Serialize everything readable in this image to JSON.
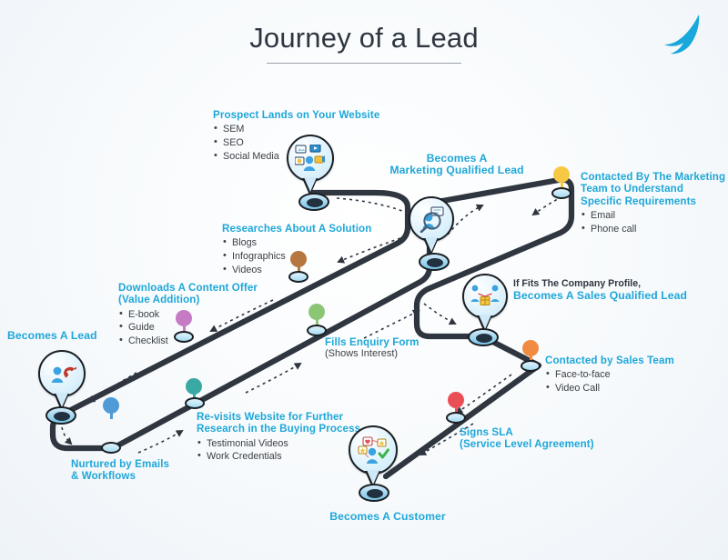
{
  "page": {
    "title": "Journey of a Lead",
    "logo_icon": "seagull-logo-icon",
    "accent_color": "#1ea7d8",
    "road_color": "#2f3640",
    "background_color": "#f4f8fb"
  },
  "stages": [
    {
      "id": "prospect-lands",
      "heading": "Prospect Lands on Your Website",
      "bullets": [
        "SEM",
        "SEO",
        "Social Media"
      ],
      "icon": "media-share-icon",
      "marker": "bubble"
    },
    {
      "id": "becomes-marketing-qualified-lead",
      "heading_line1": "Becomes A",
      "heading_line2": "Marketing Qualified Lead",
      "bullets": [],
      "icon": "magnifier-research-icon",
      "marker": "bubble"
    },
    {
      "id": "contacted-by-marketing-team",
      "heading_line1": "Contacted By The Marketing",
      "heading_line2": "Team to Understand",
      "heading_line3": "Specific Requirements",
      "bullets": [
        "Email",
        "Phone call"
      ],
      "pin_color": "#f7c844",
      "marker": "pin"
    },
    {
      "id": "researches-about-a-solution",
      "heading": "Researches About A Solution",
      "bullets": [
        "Blogs",
        "Infographics",
        "Videos"
      ],
      "pin_color": "#b5763f",
      "marker": "pin"
    },
    {
      "id": "downloads-a-content-offer",
      "heading_line1": "Downloads A Content Offer",
      "heading_line2": "(Value Addition)",
      "bullets": [
        "E-book",
        "Guide",
        "Checklist"
      ],
      "pin_color": "#c77ac4",
      "marker": "pin"
    },
    {
      "id": "becomes-a-lead",
      "heading": "Becomes A Lead",
      "icon": "magnet-lead-icon",
      "marker": "bubble"
    },
    {
      "id": "nurtured-by-emails",
      "heading_line1": "Nurtured by Emails",
      "heading_line2": "& Workflows",
      "pin_color": "#4e9bd6",
      "marker": "pin"
    },
    {
      "id": "re-visits-website",
      "heading_line1": "Re-visits Website for Further",
      "heading_line2": "Research in the Buying Process",
      "bullets": [
        "Testimonial Videos",
        "Work Credentials"
      ],
      "pin_color": "#3aa9a4",
      "marker": "pin"
    },
    {
      "id": "fills-enquiry-form",
      "heading": "Fills Enquiry Form",
      "subtext": "(Shows Interest)",
      "pin_color": "#8cc675",
      "marker": "pin"
    },
    {
      "id": "becomes-sales-qualified-lead",
      "pretext": "If Fits The Company Profile,",
      "heading": "Becomes A Sales Qualified Lead",
      "icon": "handshake-deal-icon",
      "marker": "bubble"
    },
    {
      "id": "contacted-by-sales-team",
      "heading": "Contacted by Sales Team",
      "bullets": [
        "Face-to-face",
        "Video Call"
      ],
      "pin_color": "#f08b41",
      "marker": "pin"
    },
    {
      "id": "signs-sla",
      "heading_line1": "Signs SLA",
      "heading_line2": "(Service Level Agreement)",
      "pin_color": "#ea4f56",
      "marker": "pin"
    },
    {
      "id": "becomes-a-customer",
      "heading": "Becomes A Customer",
      "icon": "customer-satisfaction-icon",
      "marker": "bubble"
    }
  ]
}
